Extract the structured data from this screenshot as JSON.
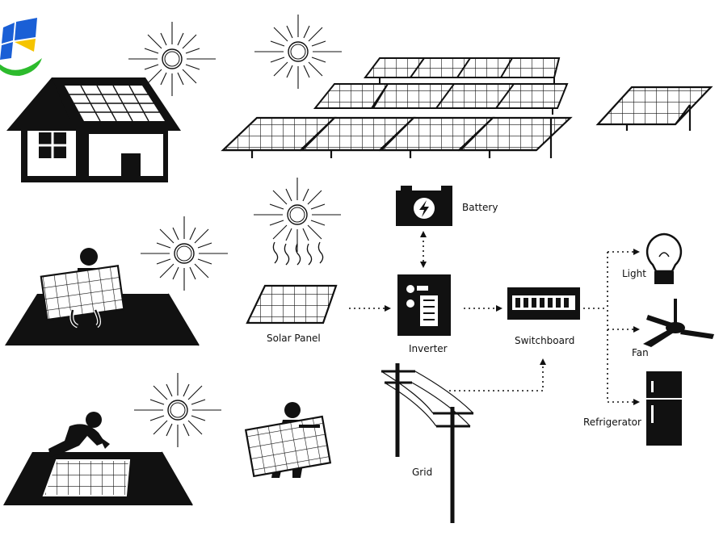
{
  "diagram": {
    "labels": {
      "battery": "Battery",
      "solar_panel": "Solar Panel",
      "inverter": "Inverter",
      "switchboard": "Switchboard",
      "grid": "Grid",
      "light": "Light",
      "fan": "Fan",
      "refrigerator": "Refrigerator"
    }
  },
  "icons": {
    "logo": "solar-logo-icon",
    "house": "house-with-solar-roof-icon",
    "sun": "sun-icon",
    "panel": "solar-panel-icon",
    "installer": "installer-person-icon",
    "battery": "battery-icon",
    "inverter": "inverter-icon",
    "switchboard": "switchboard-icon",
    "grid": "power-pole-icon",
    "light": "light-bulb-icon",
    "fan": "ceiling-fan-icon",
    "refrigerator": "refrigerator-icon"
  },
  "colors": {
    "ink": "#111111",
    "logo_blue": "#1a5fd6",
    "logo_yellow": "#f5c400",
    "logo_green": "#2dbb2d"
  }
}
